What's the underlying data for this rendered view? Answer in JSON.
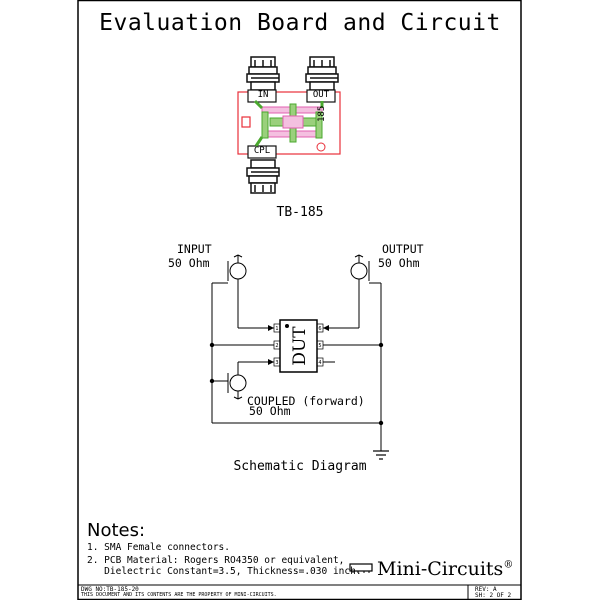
{
  "page": {
    "title": "Evaluation Board and Circuit"
  },
  "board": {
    "name": "TB-185",
    "ports": {
      "in": "IN",
      "out": "OUT",
      "cpl": "CPL"
    },
    "side_label": "185"
  },
  "schematic": {
    "input_label": "INPUT",
    "input_impedance": "50 Ohm",
    "output_label": "OUTPUT",
    "output_impedance": "50 Ohm",
    "coupled_label": "COUPLED (forward)",
    "coupled_impedance": "50 Ohm",
    "dut_label": "DUT",
    "pins": [
      "1",
      "2",
      "3",
      "6",
      "5",
      "4"
    ],
    "caption": "Schematic Diagram"
  },
  "notes": {
    "heading": "Notes:",
    "items": [
      "1. SMA Female connectors.",
      "2. PCB Material: Rogers RO4350 or equivalent,",
      "   Dielectric Constant=3.5, Thickness=.030 inch."
    ]
  },
  "brand": {
    "name": "Mini-Circuits",
    "mark": "®"
  },
  "title_block": {
    "dwg_no": "DWG NO:TB-185-20",
    "notice": "THIS DOCUMENT AND ITS CONTENTS ARE THE PROPERTY OF MINI-CIRCUITS.",
    "rev": "REV: A",
    "sheet": "SH: 2 OF 2"
  },
  "colors": {
    "board_outline": "#e8303a",
    "trace_green": "#4aa82e",
    "trace_pink": "#e060b0",
    "connector": "#111111"
  }
}
